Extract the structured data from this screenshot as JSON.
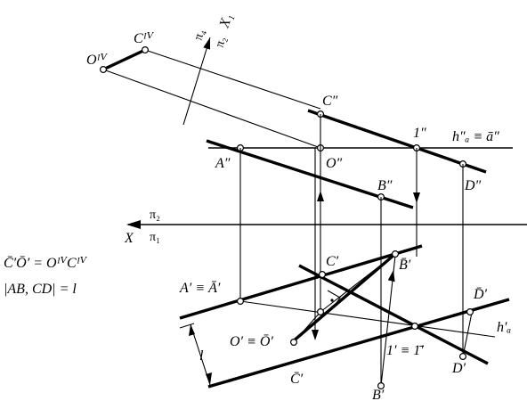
{
  "labels": {
    "O_IV": "Oᴵⱽ",
    "C_IV": "Cᴵⱽ",
    "pi4": "π₄",
    "pi2_top": "π₂",
    "X1": "X₁",
    "C2": "C″",
    "one2": "1″",
    "h_alpha2": "h″ₐ ≡ ā″",
    "A2": "A″",
    "O2": "O″",
    "B2": "B″",
    "D2": "D″",
    "pi2": "π₂",
    "X": "X",
    "pi1": "π₁",
    "C1": "C′",
    "B1bar": "B̄′",
    "A1": "A′ ≡ Ā′",
    "D1bar": "D̄′",
    "h_alpha1": "h′ₐ",
    "O1": "O′ ≡ Ō′",
    "one1": "1′ ≡ 1̄′",
    "C1bar": "C̄′",
    "B1": "B′",
    "D1": "D′",
    "dist": "l"
  },
  "notes": {
    "line1": "C̄′Ō′ = OᴵⱽCᴵⱽ",
    "line2": "|AB, CD| = l"
  }
}
